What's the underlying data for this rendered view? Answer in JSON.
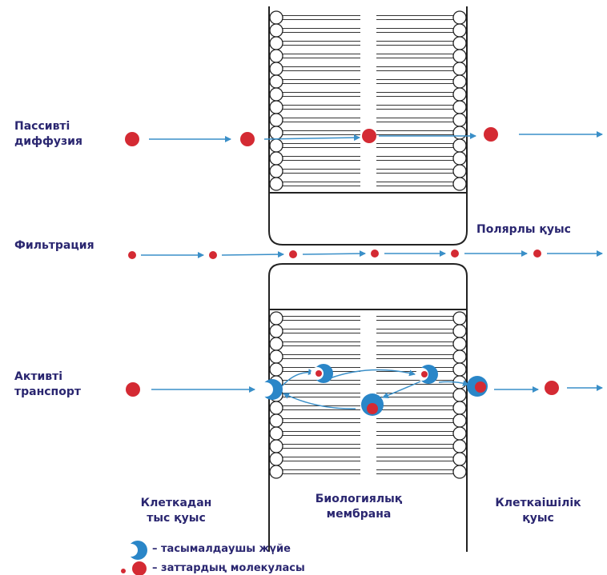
{
  "labels": {
    "passive_diffusion": [
      "Пассивті",
      "диффузия"
    ],
    "filtration": "Фильтрация",
    "polar_space": "Полярлы қуыс",
    "active_transport": [
      "Активті",
      "транспорт"
    ],
    "extracellular_space": [
      "Клеткадан",
      "тыс қуыс"
    ],
    "biological_membrane": [
      "Биологиялық",
      "мембрана"
    ],
    "intracellular_space": [
      "Клеткаішілік",
      "қуыс"
    ]
  },
  "legend": {
    "carrier_system": "– тасымалдаушы жүйе",
    "substance_molecules": "– заттардың молекуласы"
  },
  "colors": {
    "molecule": "#d42a33",
    "carrier": "#2a86c8",
    "arrow": "#3a8fc8",
    "text": "#2a2670",
    "membrane": "#222222"
  },
  "icons": {
    "carrier": "carrier-crescent-icon",
    "molecule": "molecule-dot-icon"
  }
}
